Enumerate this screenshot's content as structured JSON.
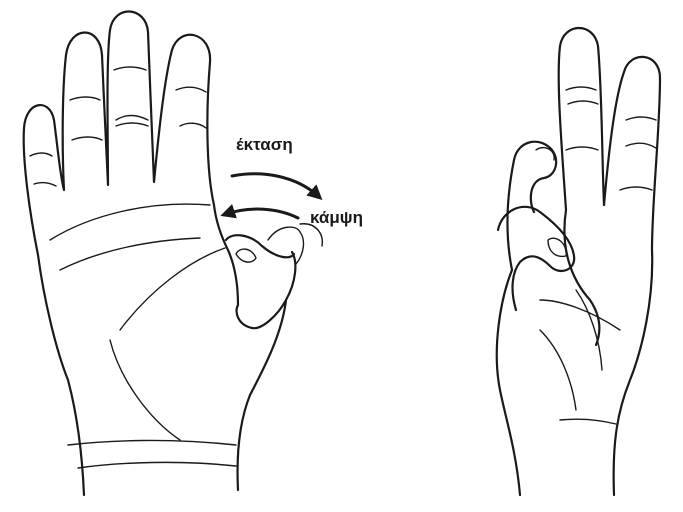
{
  "labels": {
    "extension": "έκταση",
    "flexion": "κάμψη"
  },
  "colors": {
    "ink": "#1a1a1a",
    "background": "#ffffff"
  },
  "illustrations": {
    "left": "open-hand-palm-thumb-motion",
    "right": "hand-thumb-opposed-to-index-finger"
  }
}
